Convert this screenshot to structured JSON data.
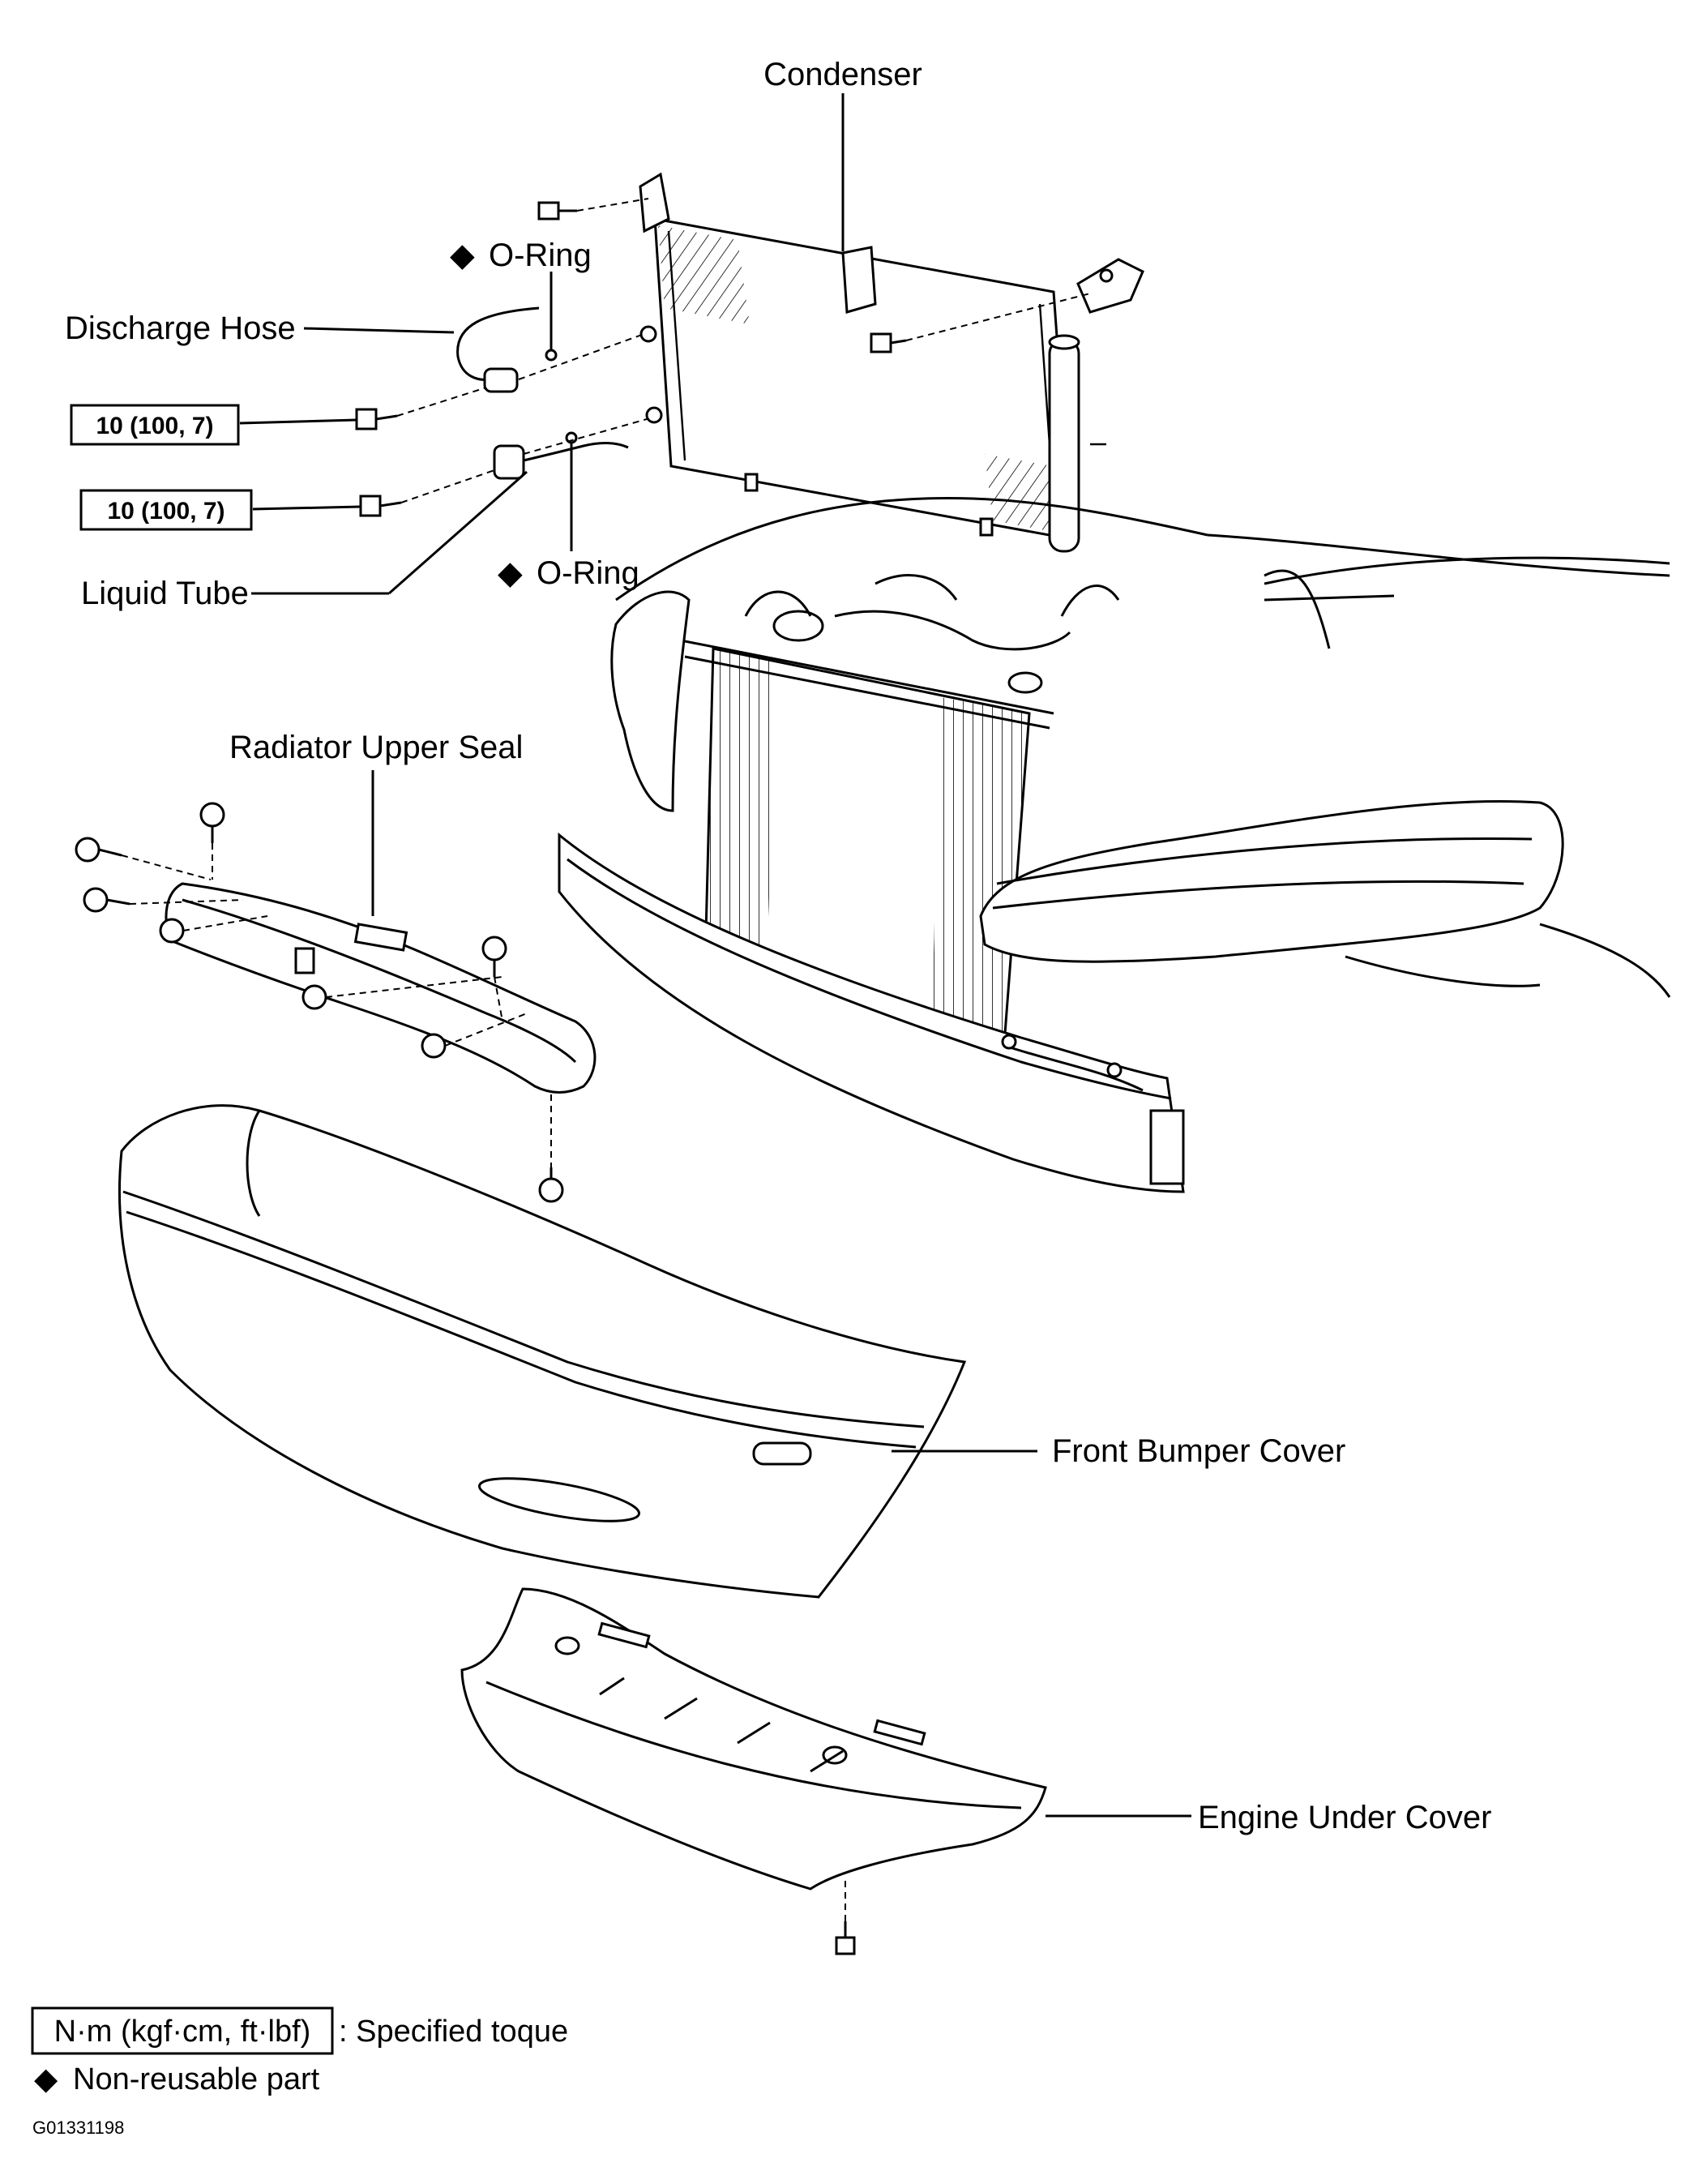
{
  "labels": {
    "condenser": "Condenser",
    "o_ring_top": "O-Ring",
    "discharge_hose": "Discharge Hose",
    "torque_1": "10 (100, 7)",
    "torque_2": "10 (100, 7)",
    "liquid_tube": "Liquid Tube",
    "o_ring_bottom": "O-Ring",
    "radiator_upper_seal": "Radiator Upper Seal",
    "front_bumper_cover": "Front Bumper Cover",
    "engine_under_cover": "Engine Under Cover"
  },
  "legend": {
    "torque_box": "N·m (kgf·cm, ft·lbf)",
    "torque_desc": ": Specified toque",
    "nonreusable": "Non-reusable part"
  },
  "figure_code": "G01331198",
  "symbols": {
    "nonreusable": "◆"
  }
}
